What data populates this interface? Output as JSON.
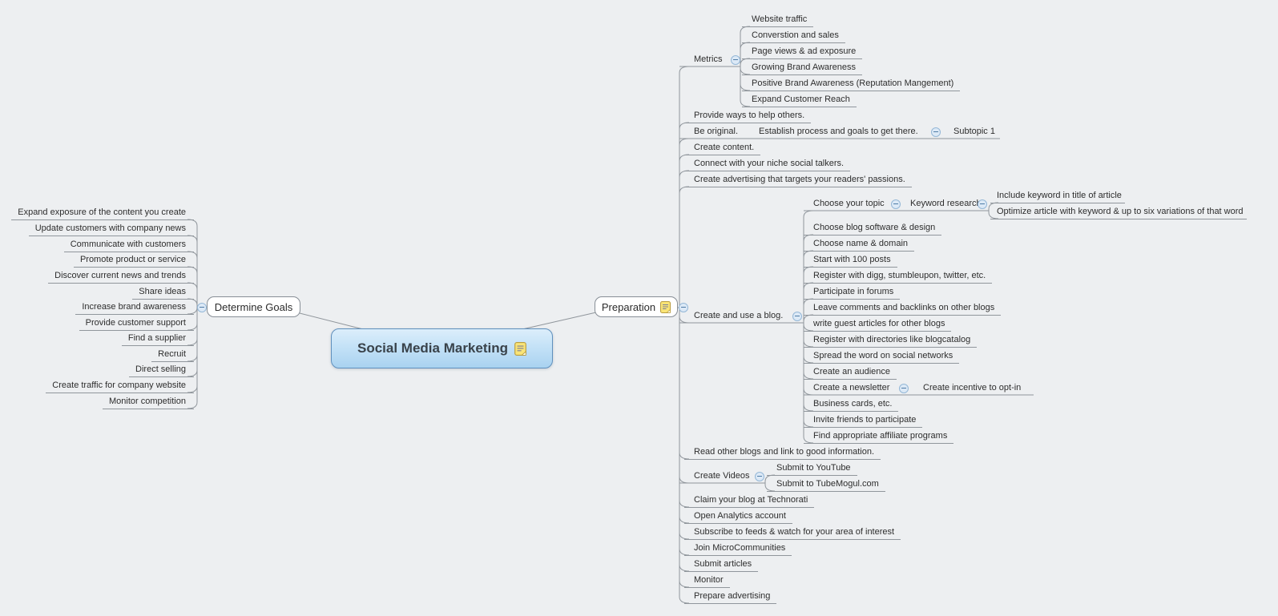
{
  "canvas": {
    "background": "#edeff1",
    "line_color": "#90969c",
    "text_color": "#2d2d2d",
    "central_fill_top": "#dceefb",
    "central_fill_bottom": "#a9d2f0",
    "central_border": "#6090bd",
    "collapse_fill": "#dce9f6",
    "collapse_border": "#94b7d7",
    "note_fill": "#f9e477"
  },
  "nodes": [
    {
      "id": "root",
      "parent": null,
      "label": "Social Media Marketing",
      "note_icon": true
    },
    {
      "id": "determine-goals",
      "parent": "root",
      "label": "Determine Goals",
      "collapse_icon": true
    },
    {
      "id": "dg1",
      "parent": "determine-goals",
      "label": "Expand exposure of the content you create"
    },
    {
      "id": "dg2",
      "parent": "determine-goals",
      "label": "Update customers with company news"
    },
    {
      "id": "dg3",
      "parent": "determine-goals",
      "label": "Communicate with customers"
    },
    {
      "id": "dg4",
      "parent": "determine-goals",
      "label": "Promote product or service"
    },
    {
      "id": "dg5",
      "parent": "determine-goals",
      "label": "Discover current news and trends"
    },
    {
      "id": "dg6",
      "parent": "determine-goals",
      "label": "Share ideas"
    },
    {
      "id": "dg7",
      "parent": "determine-goals",
      "label": "Increase brand awareness"
    },
    {
      "id": "dg8",
      "parent": "determine-goals",
      "label": "Provide customer support"
    },
    {
      "id": "dg9",
      "parent": "determine-goals",
      "label": "Find a supplier"
    },
    {
      "id": "dg10",
      "parent": "determine-goals",
      "label": "Recruit"
    },
    {
      "id": "dg11",
      "parent": "determine-goals",
      "label": "Direct selling"
    },
    {
      "id": "dg12",
      "parent": "determine-goals",
      "label": "Create traffic for company website"
    },
    {
      "id": "dg13",
      "parent": "determine-goals",
      "label": "Monitor competition"
    },
    {
      "id": "preparation",
      "parent": "root",
      "label": "Preparation",
      "note_icon": true,
      "collapse_icon": true
    },
    {
      "id": "metrics",
      "parent": "preparation",
      "label": "Metrics",
      "collapse_icon": true
    },
    {
      "id": "m1",
      "parent": "metrics",
      "label": "Website traffic"
    },
    {
      "id": "m2",
      "parent": "metrics",
      "label": "Converstion and sales"
    },
    {
      "id": "m3",
      "parent": "metrics",
      "label": "Page views & ad exposure"
    },
    {
      "id": "m4",
      "parent": "metrics",
      "label": "Growing Brand Awareness"
    },
    {
      "id": "m5",
      "parent": "metrics",
      "label": "Positive Brand Awareness (Reputation Mangement)"
    },
    {
      "id": "m6",
      "parent": "metrics",
      "label": "Expand Customer Reach"
    },
    {
      "id": "provide-ways",
      "parent": "preparation",
      "label": "Provide ways to help others."
    },
    {
      "id": "be-original",
      "parent": "preparation",
      "label": "Be original."
    },
    {
      "id": "establish",
      "parent": "be-original",
      "label": "Establish process and goals to get there.",
      "collapse_icon": true
    },
    {
      "id": "subtopic-1",
      "parent": "establish",
      "label": "Subtopic 1"
    },
    {
      "id": "create-content",
      "parent": "preparation",
      "label": "Create content."
    },
    {
      "id": "connect-niche",
      "parent": "preparation",
      "label": "Connect with your niche social talkers."
    },
    {
      "id": "create-advertising",
      "parent": "preparation",
      "label": "Create advertising that targets your readers' passions."
    },
    {
      "id": "create-blog",
      "parent": "preparation",
      "label": "Create and use a blog.",
      "collapse_icon": true
    },
    {
      "id": "choose-topic",
      "parent": "create-blog",
      "label": "Choose your topic",
      "collapse_icon": true
    },
    {
      "id": "keyword-research",
      "parent": "choose-topic",
      "label": "Keyword research",
      "collapse_icon": true
    },
    {
      "id": "kw1",
      "parent": "keyword-research",
      "label": "Include keyword in title of article"
    },
    {
      "id": "kw2",
      "parent": "keyword-research",
      "label": "Optimize article with keyword & up to six variations of that word"
    },
    {
      "id": "b2",
      "parent": "create-blog",
      "label": "Choose blog software & design"
    },
    {
      "id": "b3",
      "parent": "create-blog",
      "label": "Choose name & domain"
    },
    {
      "id": "b4",
      "parent": "create-blog",
      "label": "Start with 100 posts"
    },
    {
      "id": "b5",
      "parent": "create-blog",
      "label": "Register with digg, stumbleupon, twitter, etc."
    },
    {
      "id": "b6",
      "parent": "create-blog",
      "label": "Participate in forums"
    },
    {
      "id": "b7",
      "parent": "create-blog",
      "label": "Leave comments and backlinks on other blogs"
    },
    {
      "id": "b8",
      "parent": "create-blog",
      "label": "write guest articles for other blogs"
    },
    {
      "id": "b9",
      "parent": "create-blog",
      "label": "Register with directories like blogcatalog"
    },
    {
      "id": "b10",
      "parent": "create-blog",
      "label": "Spread the word on social networks"
    },
    {
      "id": "b11",
      "parent": "create-blog",
      "label": "Create an audience"
    },
    {
      "id": "create-newsletter",
      "parent": "create-blog",
      "label": "Create a newsletter",
      "collapse_icon": true
    },
    {
      "id": "create-incentive",
      "parent": "create-newsletter",
      "label": "Create incentive to opt-in"
    },
    {
      "id": "b13",
      "parent": "create-blog",
      "label": "Business cards, etc."
    },
    {
      "id": "b14",
      "parent": "create-blog",
      "label": "Invite friends to participate"
    },
    {
      "id": "b15",
      "parent": "create-blog",
      "label": "Find appropriate affiliate programs"
    },
    {
      "id": "read-other-blogs",
      "parent": "preparation",
      "label": "Read other blogs and link to good information."
    },
    {
      "id": "create-videos",
      "parent": "preparation",
      "label": "Create Videos",
      "collapse_icon": true
    },
    {
      "id": "v1",
      "parent": "create-videos",
      "label": "Submit to YouTube"
    },
    {
      "id": "v2",
      "parent": "create-videos",
      "label": "Submit to TubeMogul.com"
    },
    {
      "id": "claim-blog",
      "parent": "preparation",
      "label": "Claim your blog at Technorati"
    },
    {
      "id": "open-analytics",
      "parent": "preparation",
      "label": "Open Analytics account"
    },
    {
      "id": "subscribe-feeds",
      "parent": "preparation",
      "label": "Subscribe to feeds & watch for your area of interest"
    },
    {
      "id": "join-micro",
      "parent": "preparation",
      "label": "Join MicroCommunities"
    },
    {
      "id": "submit-articles",
      "parent": "preparation",
      "label": "Submit articles"
    },
    {
      "id": "monitor",
      "parent": "preparation",
      "label": "Monitor"
    },
    {
      "id": "prepare-advertising",
      "parent": "preparation",
      "label": "Prepare advertising"
    }
  ]
}
